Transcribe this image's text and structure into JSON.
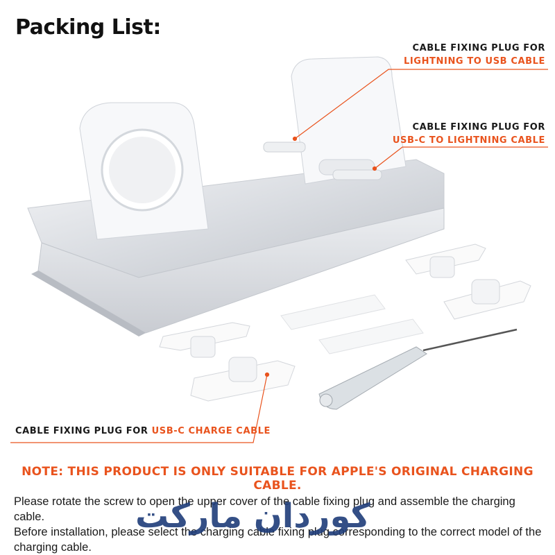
{
  "title": "Packing List:",
  "callouts": {
    "lightning": {
      "line1": "CABLE FIXING PLUG FOR",
      "line2": "LIGHTNING TO USB CABLE"
    },
    "usbc_lightning": {
      "line1": "CABLE FIXING PLUG FOR",
      "line2": "USB-C TO LIGHTNING CABLE"
    },
    "usbc_charge": {
      "line1": "CABLE FIXING PLUG FOR",
      "line2": "USB-C CHARGE CABLE"
    }
  },
  "note": "NOTE: THIS PRODUCT IS ONLY SUITABLE FOR APPLE'S ORIGINAL CHARGING CABLE.",
  "instructions": [
    "Please rotate the screw to open the upper cover of the cable fixing plug and assemble the charging cable.",
    "Before installation, please select the charging cable fixing plug corresponding to the correct model of the charging cable."
  ],
  "watermark": "کوردان مارکت",
  "colors": {
    "accent": "#e9531d",
    "text": "#1a1a1a",
    "watermark": "#1f3d7a"
  }
}
